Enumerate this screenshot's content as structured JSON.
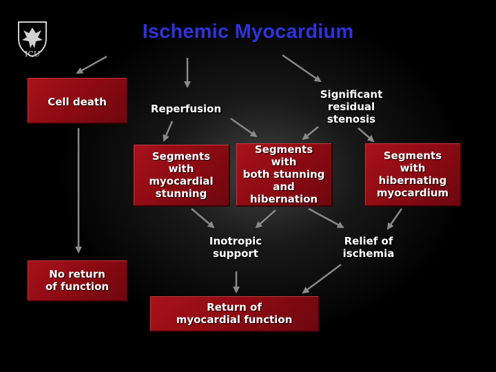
{
  "title": "Ischemic Myocardium",
  "logo": {
    "text": "ICU",
    "icon": "crest-logo-icon"
  },
  "nodes": {
    "cell_death": "Cell death",
    "reperfusion": "Reperfusion",
    "significant_stenosis": "Significant\nresidual\nstenosis",
    "stunning": "Segments\nwith\nmyocardial\nstunning",
    "both": "Segments\nwith\nboth stunning\nand\nhibernation",
    "hibernating": "Segments\nwith\nhibernating\nmyocardium",
    "inotropic": "Inotropic\nsupport",
    "relief": "Relief of\nischemia",
    "no_return": "No return\nof function",
    "return": "Return of\nmyocardial function"
  },
  "colors": {
    "title": "#2f33d8",
    "box": "#8a0a12",
    "arrow": "#8a8a8a"
  }
}
